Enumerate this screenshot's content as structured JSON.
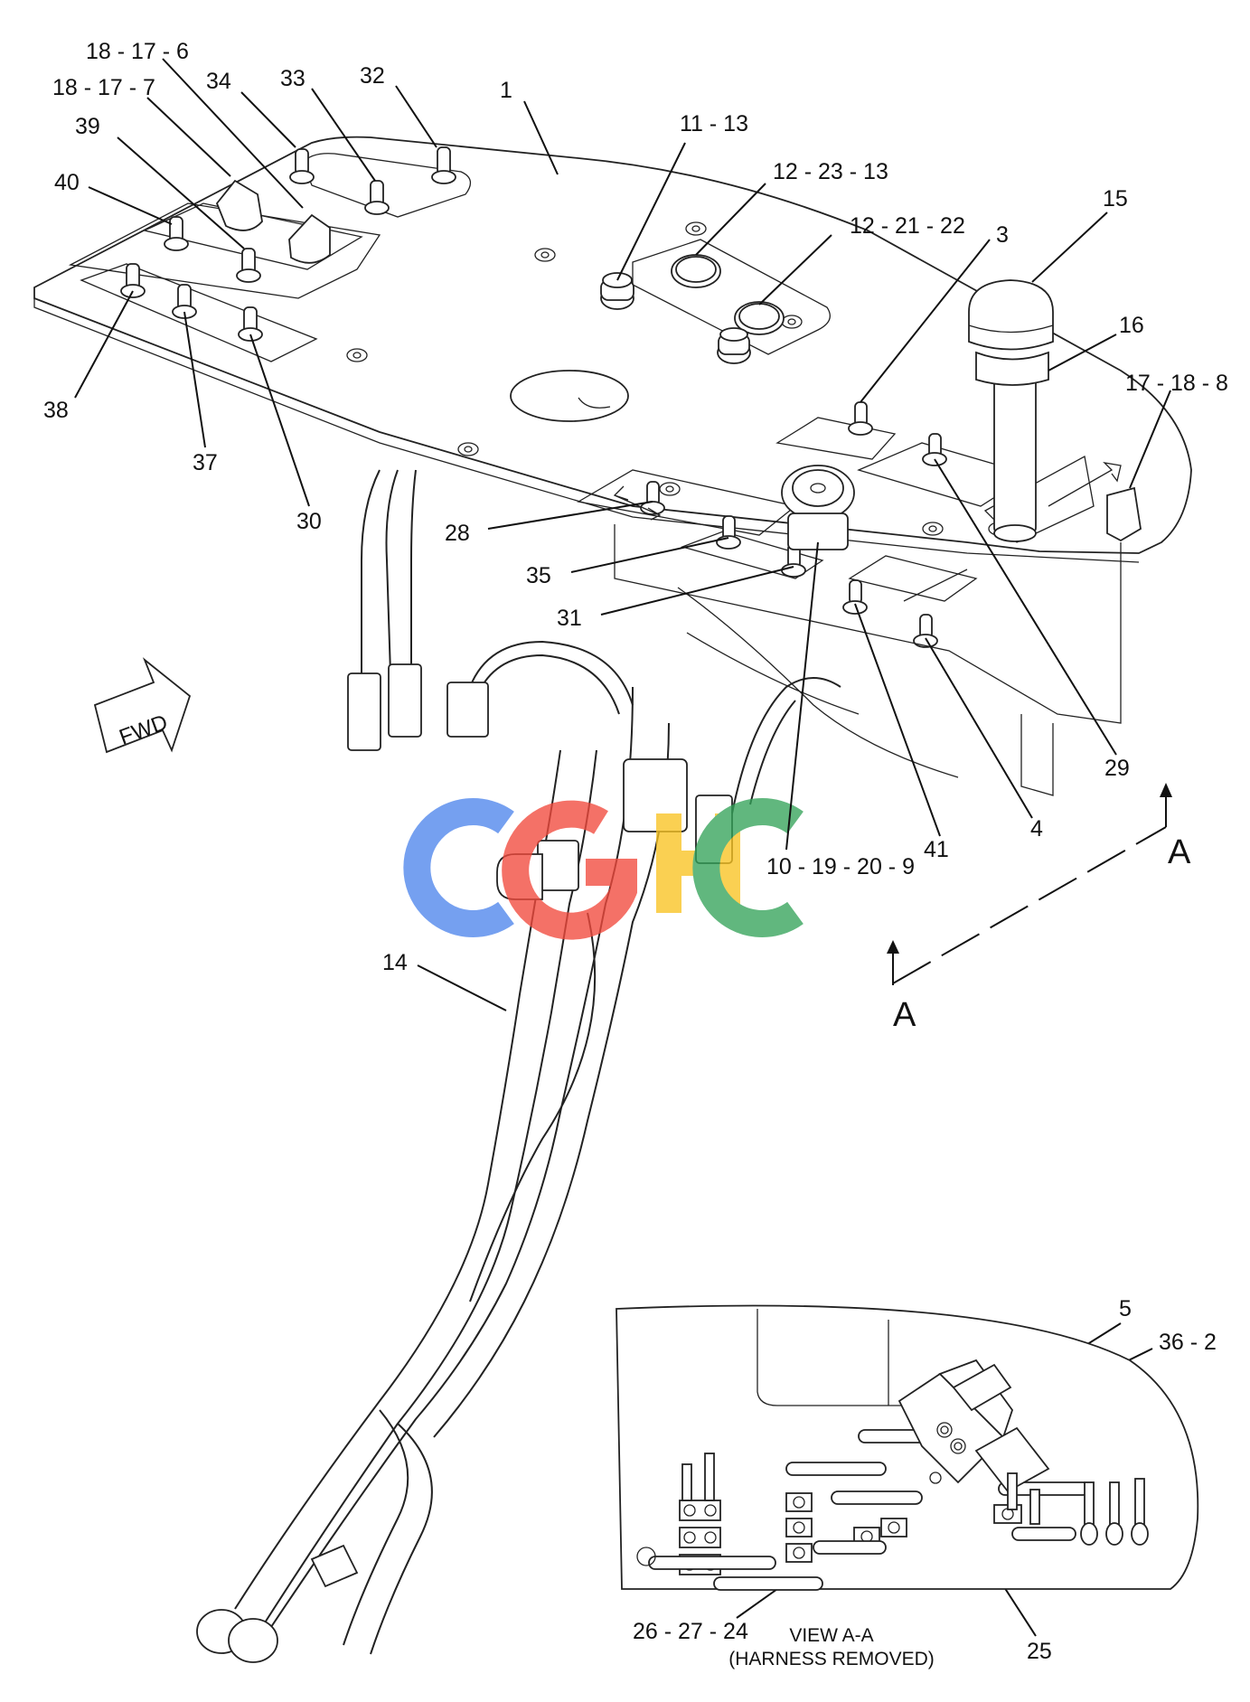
{
  "callouts": [
    {
      "id": "c-18-17-6",
      "text": "18 - 17 - 6"
    },
    {
      "id": "c-18-17-7",
      "text": "18 - 17 - 7"
    },
    {
      "id": "c-34",
      "text": "34"
    },
    {
      "id": "c-33",
      "text": "33"
    },
    {
      "id": "c-32",
      "text": "32"
    },
    {
      "id": "c-1",
      "text": "1"
    },
    {
      "id": "c-39",
      "text": "39"
    },
    {
      "id": "c-11-13",
      "text": "11 - 13"
    },
    {
      "id": "c-12-23-13",
      "text": "12 - 23 - 13"
    },
    {
      "id": "c-15",
      "text": "15"
    },
    {
      "id": "c-40",
      "text": "40"
    },
    {
      "id": "c-12-21-22",
      "text": "12 - 21 - 22"
    },
    {
      "id": "c-3",
      "text": "3"
    },
    {
      "id": "c-16",
      "text": "16"
    },
    {
      "id": "c-17-18-8",
      "text": "17 - 18 - 8"
    },
    {
      "id": "c-38",
      "text": "38"
    },
    {
      "id": "c-37",
      "text": "37"
    },
    {
      "id": "c-30",
      "text": "30"
    },
    {
      "id": "c-28",
      "text": "28"
    },
    {
      "id": "c-35",
      "text": "35"
    },
    {
      "id": "c-31",
      "text": "31"
    },
    {
      "id": "c-29",
      "text": "29"
    },
    {
      "id": "c-4",
      "text": "4"
    },
    {
      "id": "c-41",
      "text": "41"
    },
    {
      "id": "c-10-19-20-9",
      "text": "10 - 19 - 20 - 9"
    },
    {
      "id": "c-14",
      "text": "14"
    },
    {
      "id": "c-5",
      "text": "5"
    },
    {
      "id": "c-36-2",
      "text": "36 - 2"
    },
    {
      "id": "c-26-27-24",
      "text": "26 - 27 - 24"
    },
    {
      "id": "c-25",
      "text": "25"
    }
  ],
  "section_marker": {
    "letter_top": "A",
    "letter_bottom": "A"
  },
  "direction_arrow": {
    "label": "FWD"
  },
  "inset": {
    "caption_line1": "VIEW A-A",
    "caption_line2": "(HARNESS REMOVED)"
  },
  "watermark": {
    "text": "CGHC",
    "colors": [
      "#4f86ec",
      "#f24a3d",
      "#f9c422",
      "#35a35a"
    ]
  }
}
